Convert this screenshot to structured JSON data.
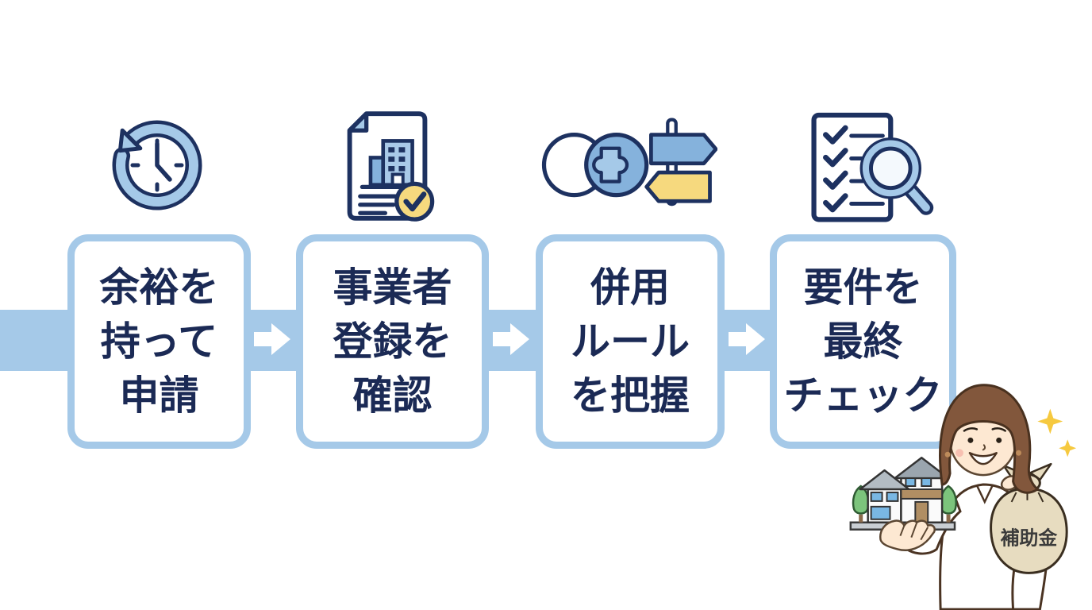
{
  "steps": [
    {
      "icon": "clock-history-icon",
      "lines": [
        "余裕を",
        "持って",
        "申請"
      ]
    },
    {
      "icon": "document-building-check-icon",
      "lines": [
        "事業者",
        "登録を",
        "確認"
      ]
    },
    {
      "icon": "overlap-circles-signpost-icon",
      "lines": [
        "併用",
        "ルール",
        "を把握"
      ]
    },
    {
      "icon": "checklist-magnifier-icon",
      "lines": [
        "要件を",
        "最終",
        "チェック"
      ]
    }
  ],
  "illustration": {
    "name": "woman-holding-house-and-subsidy-bag",
    "bag_label": "補助金"
  },
  "colors": {
    "band_blue": "#a5c9e8",
    "box_border_blue": "#a5c9e8",
    "text_navy": "#1b2a55",
    "icon_navy": "#1d3160",
    "icon_mid_blue": "#85b2dc",
    "accent_yellow": "#f6d97e"
  }
}
